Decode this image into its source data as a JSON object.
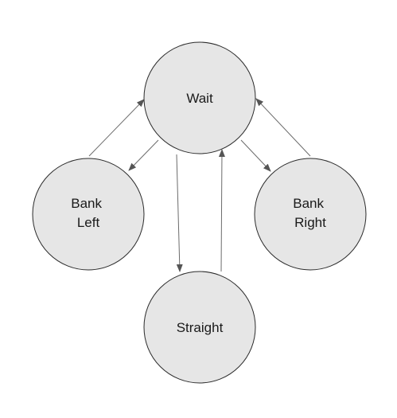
{
  "nodes": {
    "wait": {
      "label_lines": [
        "Wait"
      ]
    },
    "bank_left": {
      "label_lines": [
        "Bank",
        "Left"
      ]
    },
    "bank_right": {
      "label_lines": [
        "Bank",
        "Right"
      ]
    },
    "straight": {
      "label_lines": [
        "Straight"
      ]
    }
  },
  "colors": {
    "node_fill": "#e6e6e6",
    "node_stroke": "#2b2b2b",
    "edge": "#6b6b6b",
    "text": "#1a1a1a"
  }
}
